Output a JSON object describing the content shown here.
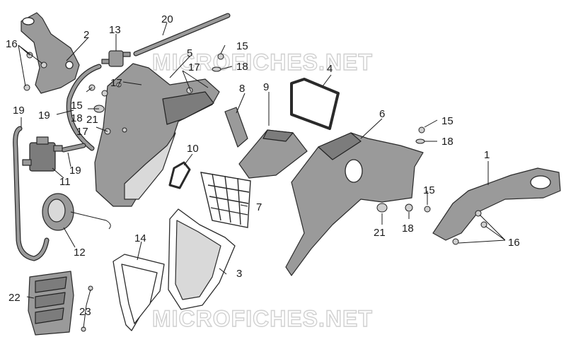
{
  "watermarks": [
    "MICROFICHES.NET",
    "MICROFICHES.NET"
  ],
  "callouts": {
    "c1": "1",
    "c2": "2",
    "c3": "3",
    "c4": "4",
    "c5": "5",
    "c6": "6",
    "c7": "7",
    "c8": "8",
    "c9": "9",
    "c10": "10",
    "c11": "11",
    "c12": "12",
    "c13": "13",
    "c14": "14",
    "c15a": "15",
    "c15b": "15",
    "c15c": "15",
    "c15d": "15",
    "c16a": "16",
    "c16b": "16",
    "c17a": "17",
    "c17b": "17",
    "c17c": "17",
    "c18a": "18",
    "c18b": "18",
    "c18c": "18",
    "c18d": "18",
    "c19a": "19",
    "c19b": "19",
    "c19c": "19",
    "c20": "20",
    "c21a": "21",
    "c21b": "21",
    "c22": "22",
    "c23": "23"
  }
}
